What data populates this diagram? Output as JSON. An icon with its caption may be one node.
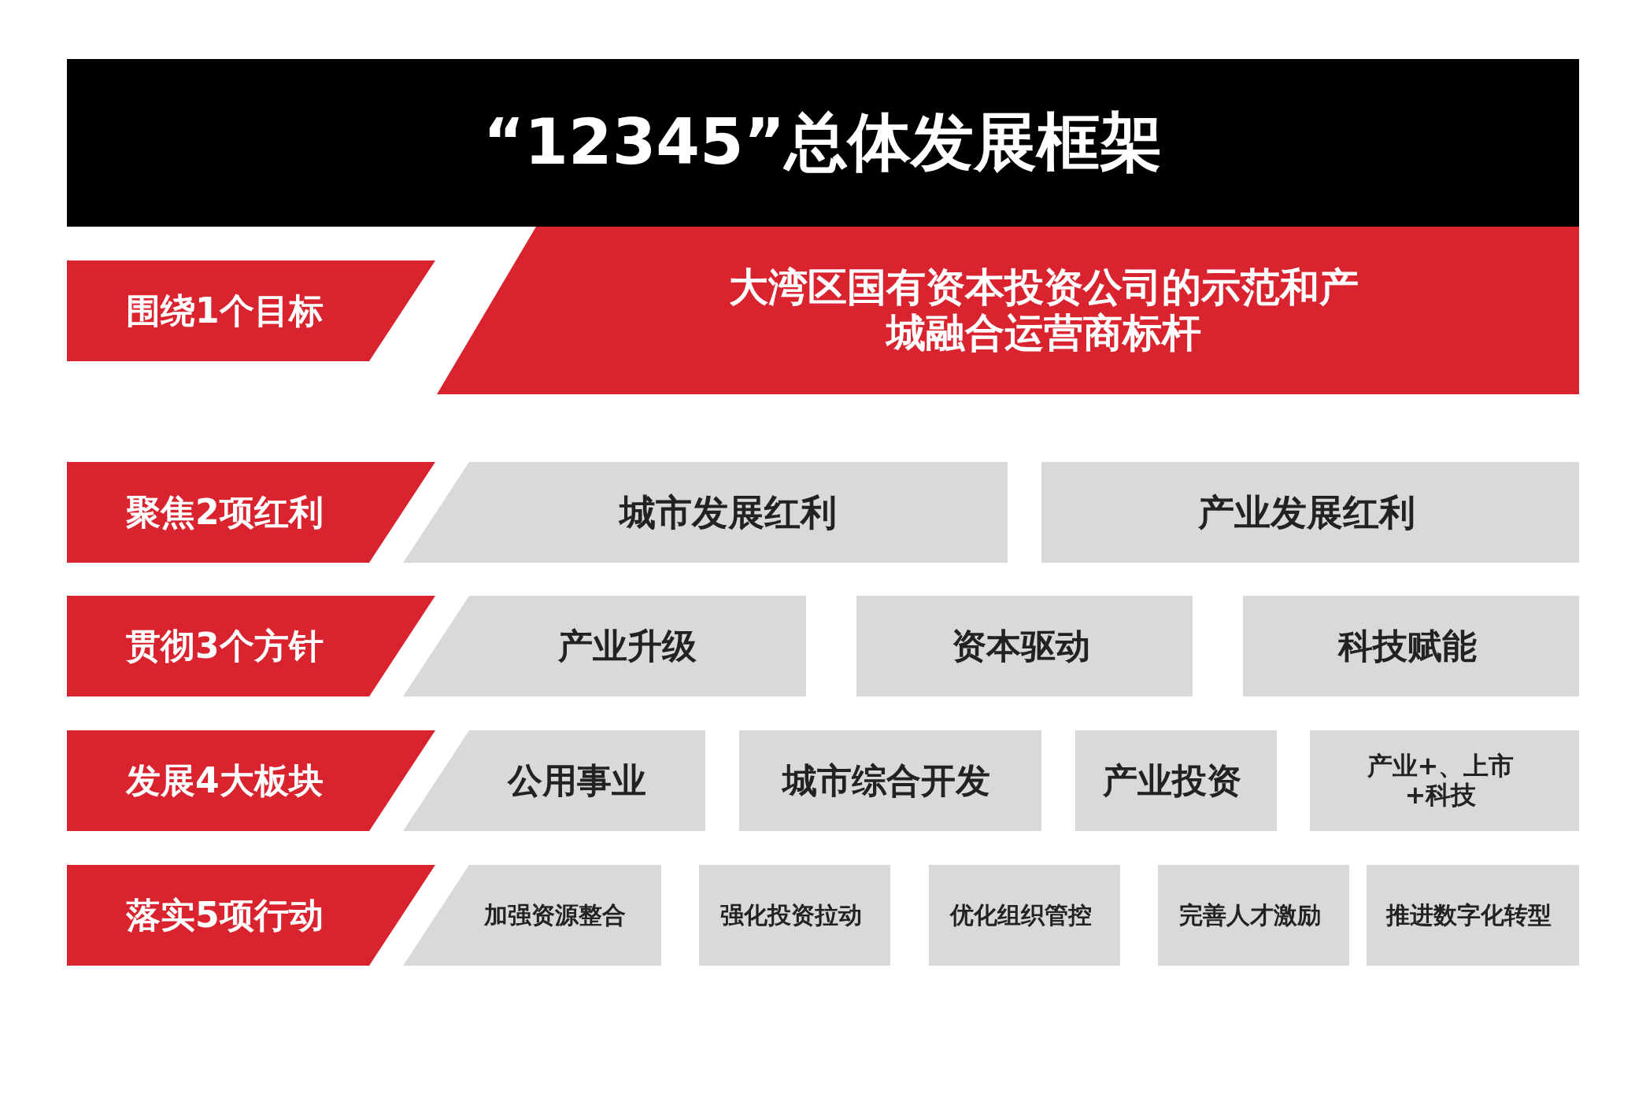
{
  "diagram": {
    "title": "“12345”总体发展框架",
    "nodes": [
      {
        "text": [
          "围绕1个目标"
        ]
      },
      {
        "text": [
          "大湾区国有资本投资公司的示范和产城融合运营商标杆"
        ]
      },
      {
        "text": [
          "聚焦2项红利"
        ]
      },
      {
        "text": [
          "城市发展红利"
        ]
      },
      {
        "text": [
          "产业发展红利"
        ]
      },
      {
        "text": [
          "贯彻3个方针"
        ]
      },
      {
        "text": [
          "产业升级"
        ]
      },
      {
        "text": [
          "资本驱动"
        ]
      },
      {
        "text": [
          "科技赋能"
        ]
      },
      {
        "text": [
          "发展4大板块"
        ]
      },
      {
        "text": [
          "公用事业"
        ]
      },
      {
        "text": [
          "城市综合开发"
        ]
      },
      {
        "text": [
          "产业投资"
        ]
      },
      {
        "text": [
          "产业+、上市+科技"
        ]
      },
      {
        "text": [
          "落实5项行动"
        ]
      },
      {
        "text": [
          "加强资源整合"
        ]
      },
      {
        "text": [
          "强化投资拉动"
        ]
      },
      {
        "text": [
          "优化组织管控"
        ]
      },
      {
        "text": [
          "完善人才激励"
        ]
      },
      {
        "text": [
          "推进数字化转型"
        ]
      }
    ]
  }
}
